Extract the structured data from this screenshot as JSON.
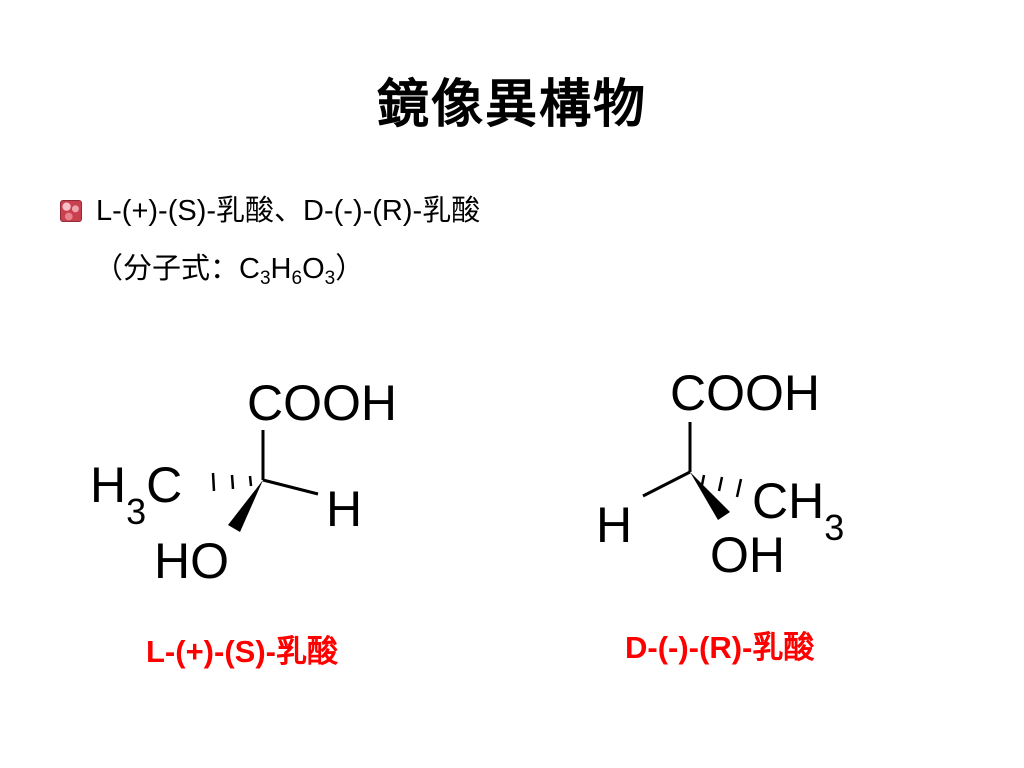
{
  "slide": {
    "title": "鏡像異構物",
    "bullet": {
      "part1": "L-(+)-(S)-",
      "part2": "乳酸、",
      "part3": "D-(-)-(R)-",
      "part4": "乳酸"
    },
    "formula": {
      "open": "（分子式：",
      "c": "C",
      "c_sub": "3",
      "h": "H",
      "h_sub": "6",
      "o": "O",
      "o_sub": "3",
      "close": "）"
    }
  },
  "molecules": {
    "left": {
      "top_group": "COOH",
      "left_group_h": "H",
      "left_group_sub": "3",
      "left_group_c": "C",
      "right_group": "H",
      "bottom_group": "HO",
      "caption_latin": "L-(+)-(S)-",
      "caption_cjk": "乳酸"
    },
    "right": {
      "top_group": "COOH",
      "left_group": "H",
      "right_group_ch": "CH",
      "right_group_sub": "3",
      "bottom_group": "OH",
      "caption_latin": "D-(-)-(R)-",
      "caption_cjk": "乳酸"
    }
  },
  "colors": {
    "caption": "#ff0000",
    "text": "#000000",
    "background": "#ffffff"
  }
}
